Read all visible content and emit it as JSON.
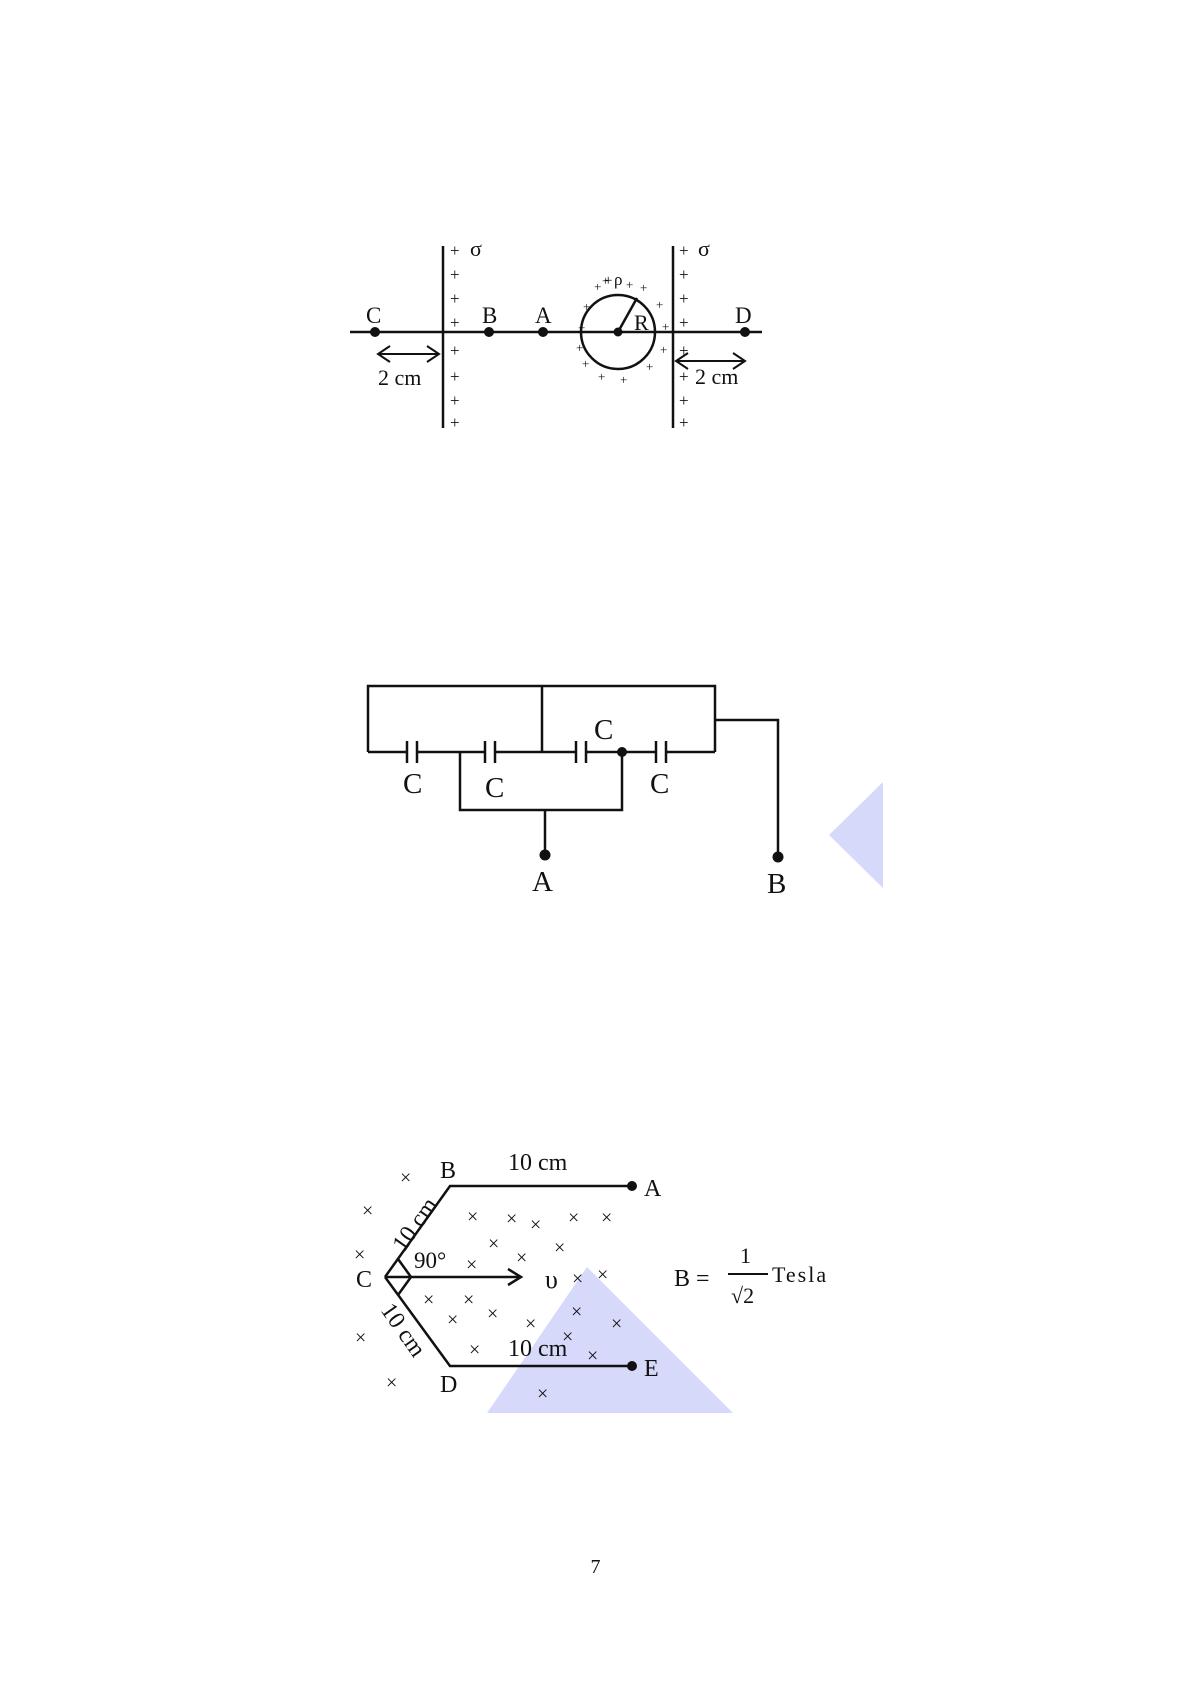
{
  "figure1": {
    "sigma_left": "σ",
    "sigma_right": "σ",
    "rho": "ρ",
    "labels": {
      "c": "C",
      "b": "B",
      "a": "A",
      "r": "R",
      "d": "D"
    },
    "dist_left": "2 cm",
    "dist_right": "2 cm",
    "plus": "+"
  },
  "figure2": {
    "cap_labels": [
      "C",
      "C",
      "C",
      "C"
    ],
    "terminal_a": "A",
    "terminal_b": "B"
  },
  "figure3": {
    "labels": {
      "b": "B",
      "a": "A",
      "c": "C",
      "d": "D",
      "e": "E"
    },
    "len_ba": "10 cm",
    "len_cb": "10 cm",
    "len_cd": "10 cm",
    "len_de": "10 cm",
    "angle": "90°",
    "velocity": "υ",
    "field_lhs": "B =",
    "field_num": "1",
    "field_den": "√2",
    "field_unit": "Tesla",
    "cross": "×"
  },
  "accent_color": "#d7d9fb",
  "page_number": "7"
}
